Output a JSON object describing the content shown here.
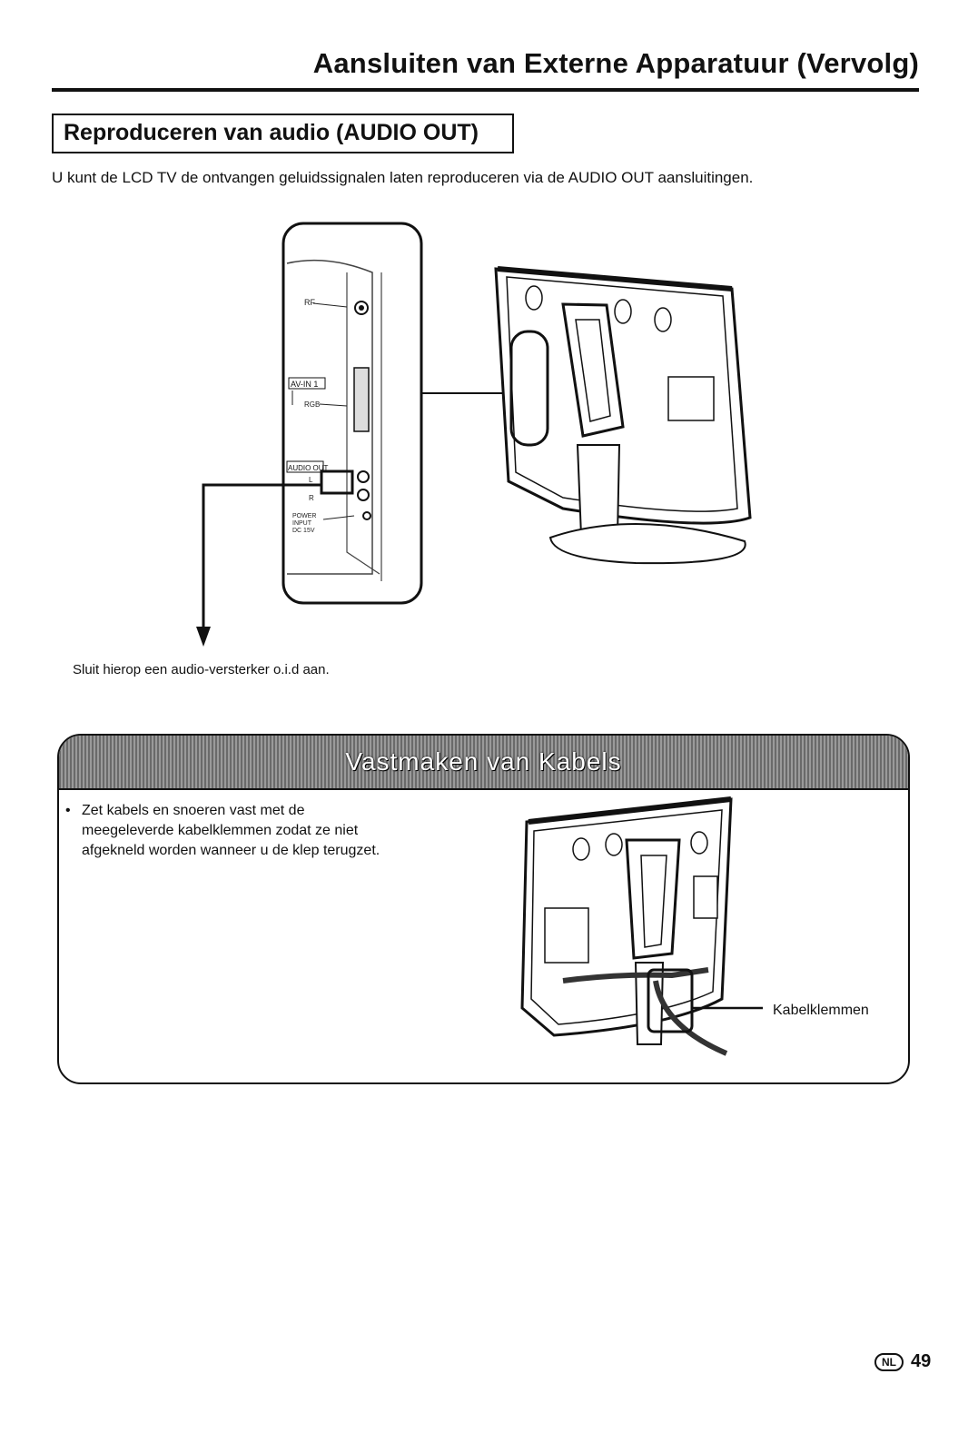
{
  "header": {
    "title": "Aansluiten van Externe Apparatuur (Vervolg)"
  },
  "section": {
    "heading": "Reproduceren van audio (AUDIO OUT)",
    "intro": "U kunt de LCD TV de ontvangen geluidssignalen laten reproduceren via de AUDIO OUT aansluitingen."
  },
  "panel_labels": {
    "rf": "RF",
    "av_in": "AV-IN 1",
    "rgb": "RGB",
    "audio_out": "AUDIO OUT",
    "left": "L",
    "right": "R",
    "power": "POWER",
    "input": "INPUT",
    "dc": "DC 15V"
  },
  "figure1_caption": "Sluit hierop een audio-versterker o.i.d aan.",
  "notes": {
    "heading": "Vastmaken van Kabels",
    "bullet": "•",
    "line1": "Zet kabels en snoeren vast met de",
    "line2": "meegeleverde kabelklemmen zodat ze niet",
    "line3": "afgekneld worden wanneer u de klep terugzet.",
    "clamp_label": "Kabelklemmen"
  },
  "footer": {
    "badge": "NL",
    "page_number": "49"
  }
}
